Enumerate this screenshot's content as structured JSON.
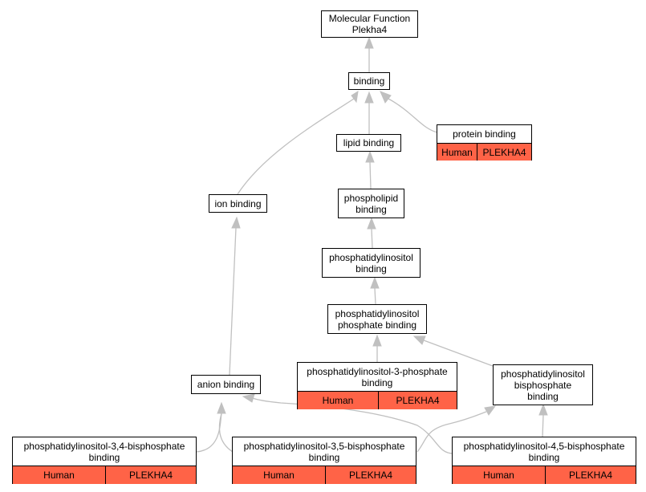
{
  "colors": {
    "edge": "#c0c0c0",
    "annotation": "#ff6347",
    "border": "#000000"
  },
  "nodes": {
    "root": {
      "label": "Molecular Function\nPlekha4"
    },
    "binding": {
      "label": "binding"
    },
    "protein_binding": {
      "label": "protein binding",
      "species": "Human",
      "gene": "PLEKHA4"
    },
    "lipid_binding": {
      "label": "lipid binding"
    },
    "ion_binding": {
      "label": "ion binding"
    },
    "phospholipid_binding": {
      "label": "phospholipid\nbinding"
    },
    "pi_binding": {
      "label": "phosphatidylinositol\nbinding"
    },
    "pip_binding": {
      "label": "phosphatidylinositol\nphosphate binding"
    },
    "pi3p_binding": {
      "label": "phosphatidylinositol-3-phosphate\nbinding",
      "species": "Human",
      "gene": "PLEKHA4"
    },
    "pip2_binding": {
      "label": "phosphatidylinositol\nbisphosphate\nbinding"
    },
    "anion_binding": {
      "label": "anion binding"
    },
    "pi34p2_binding": {
      "label": "phosphatidylinositol-3,4-bisphosphate\nbinding",
      "species": "Human",
      "gene": "PLEKHA4"
    },
    "pi35p2_binding": {
      "label": "phosphatidylinositol-3,5-bisphosphate\nbinding",
      "species": "Human",
      "gene": "PLEKHA4"
    },
    "pi45p2_binding": {
      "label": "phosphatidylinositol-4,5-bisphosphate\nbinding",
      "species": "Human",
      "gene": "PLEKHA4"
    }
  }
}
